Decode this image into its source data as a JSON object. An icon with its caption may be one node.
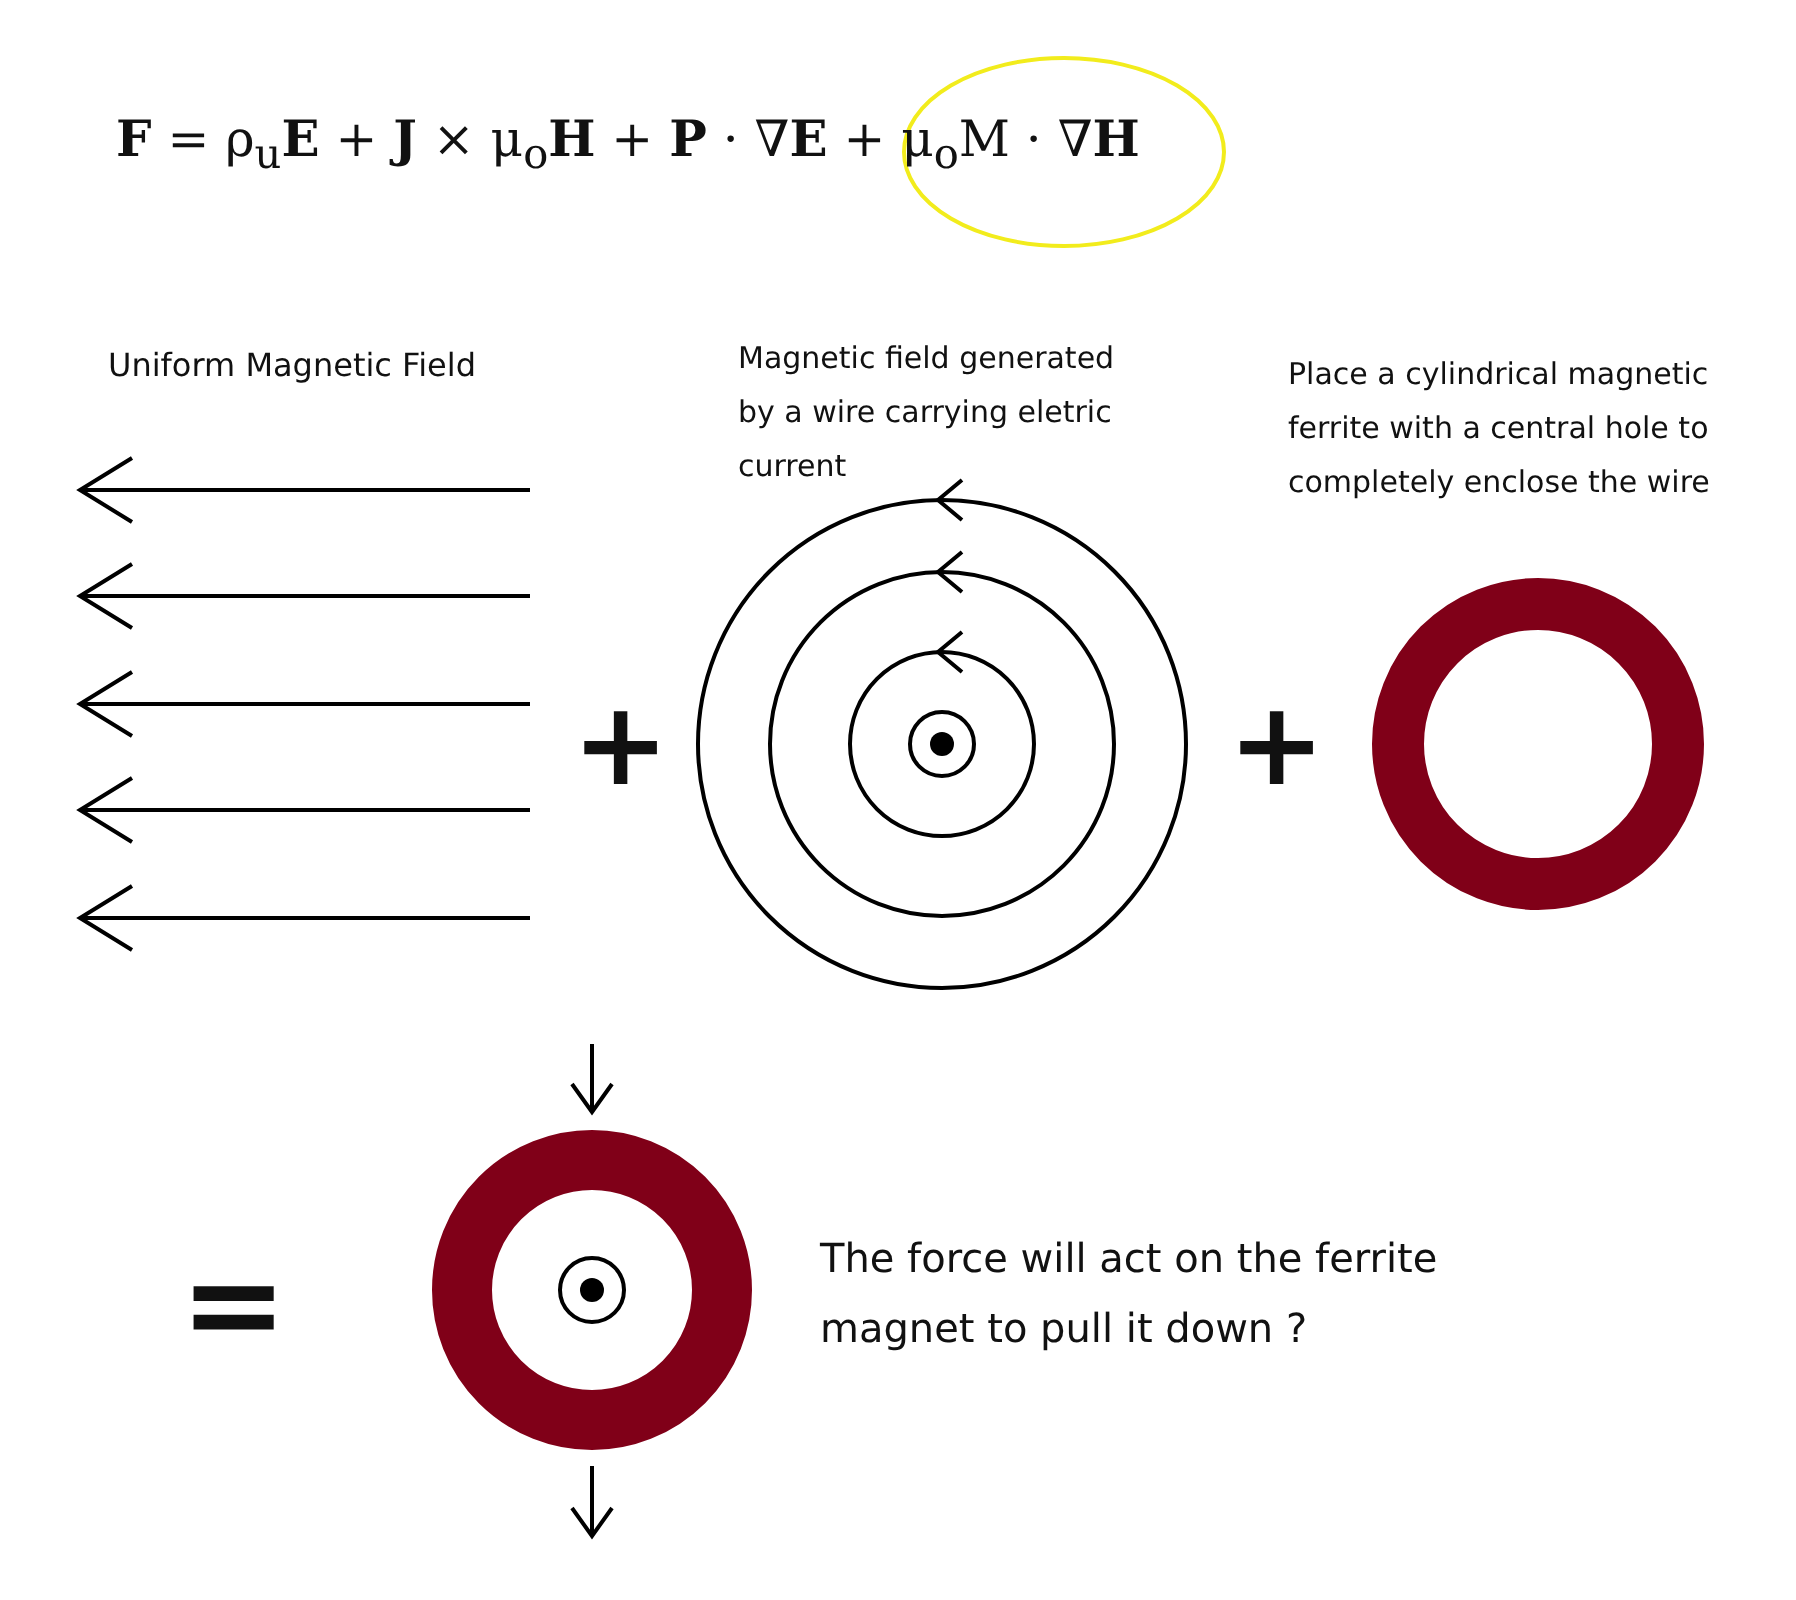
{
  "diagram": {
    "title": "**F** = ρ$_{u}$**E** + **J** × μ$_{o}$**H** + **P** · ∇**E** + μ$_{o}$M · ∇**H**",
    "labels": [
      "Uniform Magnetic Field",
      "Magnetic field generated by a wire carrying eletric current",
      "Place a cylindrical magnetic ferrite with a central hole to completely enclose the wire",
      "+",
      "+",
      "=",
      "The force will act on the ferrite magnet to pull it down ?"
    ]
  }
}
